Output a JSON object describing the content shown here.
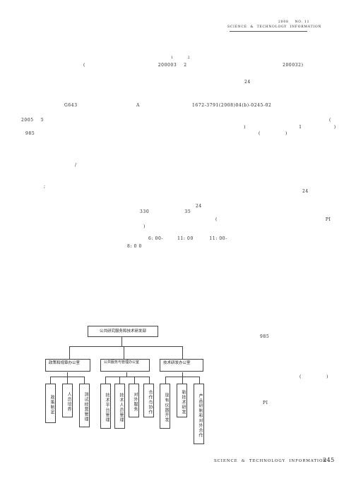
{
  "header": {
    "issue": "2008    NO. 11",
    "journal": "SCIENCE  &  TECHNOLOGY  INFORMATION"
  },
  "article": {
    "author_marks": "1          2",
    "affiliation_line": "(                                         200003    2                                                      200032)",
    "abstract_marker": "24",
    "classification": "G643",
    "doc_code": "A",
    "article_id": "1672-3791(2008)04(b)-0245-02",
    "body_lines": {
      "l1_year": "2005    5",
      "l1_paren": "(",
      "l2_paren": ")                              1                  )",
      "l3_num": "985",
      "l3_paren": "(              )",
      "l4_slash": "/",
      "l5_semi": ";",
      "l5_num": "24",
      "l6_num": "24",
      "l7_nums": "330                    35",
      "l8_paren": "(                                                             PI",
      "l9_paren": ")",
      "l10_times": "6: 00-        11: 00         11: 00-",
      "l11_times": "8: 0 0"
    },
    "right_col": {
      "r1": "985",
      "r2": "(              )",
      "r3": "PI"
    }
  },
  "org_chart": {
    "root": "公共研究服务和技术研发部",
    "offices": [
      {
        "label": "政策和规章办公室",
        "children": [
          "政策制定",
          "人员培养",
          "测试经营管理"
        ]
      },
      {
        "label": "公共服务与管理办公室",
        "children": [
          "技术平台管理",
          "技术人员管理",
          "对外服务",
          "合作与协作"
        ]
      },
      {
        "label": "技术研发办公室",
        "children": [
          "现有仪器开发",
          "新技术研发",
          "产品研制和对外合作"
        ]
      }
    ]
  },
  "footer": {
    "journal": "SCIENCE  &  TECHNOLOGY  INFORMATION",
    "page": "245"
  }
}
